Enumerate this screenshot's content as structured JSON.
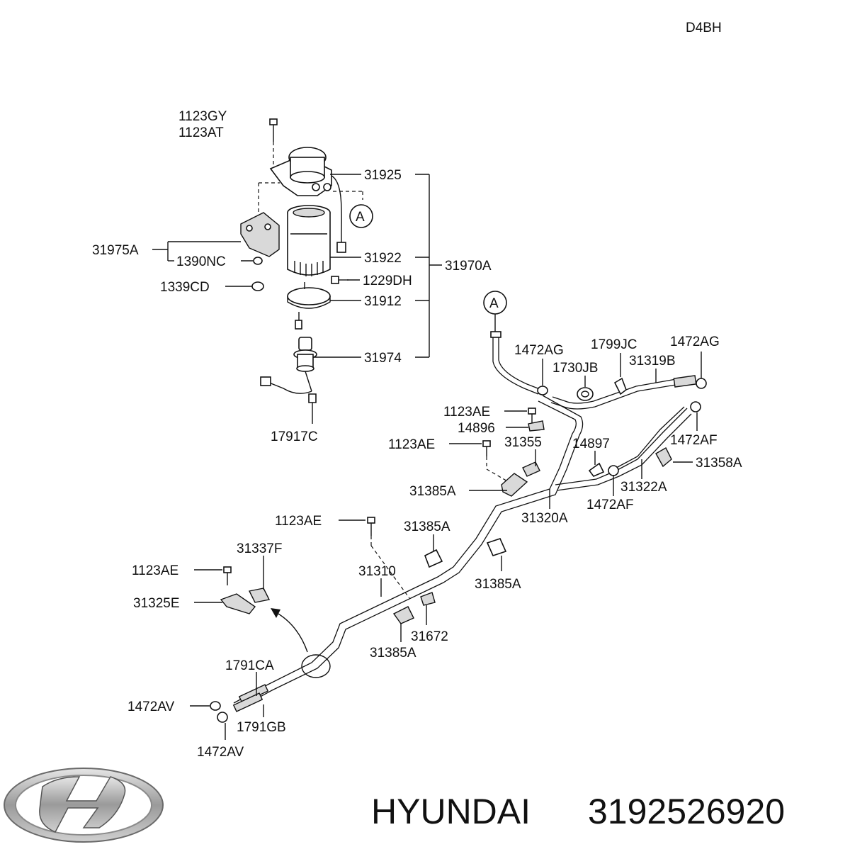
{
  "engine_code": "D4BH",
  "brand": "HYUNDAI",
  "part_number": "3192526920",
  "callout_marker": "A",
  "labels": {
    "l1123GY": "1123GY",
    "l1123AT": "1123AT",
    "l31925": "31925",
    "l31975A": "31975A",
    "l1390NC": "1390NC",
    "l31922": "31922",
    "l31970A": "31970A",
    "l1339CD": "1339CD",
    "l1229DH": "1229DH",
    "l31912": "31912",
    "l31974": "31974",
    "l17917C": "17917C",
    "l1472AG_a": "1472AG",
    "l1799JC": "1799JC",
    "l1472AG_b": "1472AG",
    "l1730JB": "1730JB",
    "l31319B": "31319B",
    "l1123AE_a": "1123AE",
    "l14896": "14896",
    "l1123AE_b": "1123AE",
    "l31355": "31355",
    "l14897": "14897",
    "l1472AF_a": "1472AF",
    "l31358A": "31358A",
    "l31385A_a": "31385A",
    "l31322A": "31322A",
    "l1472AF_b": "1472AF",
    "l31320A": "31320A",
    "l1123AE_c": "1123AE",
    "l31385A_b": "31385A",
    "l31337F": "31337F",
    "l1123AE_d": "1123AE",
    "l31310": "31310",
    "l31385A_c": "31385A",
    "l31325E": "31325E",
    "l31672": "31672",
    "l31385A_d": "31385A",
    "l1791CA": "1791CA",
    "l1472AV_a": "1472AV",
    "l1791GB": "1791GB",
    "l1472AV_b": "1472AV"
  }
}
